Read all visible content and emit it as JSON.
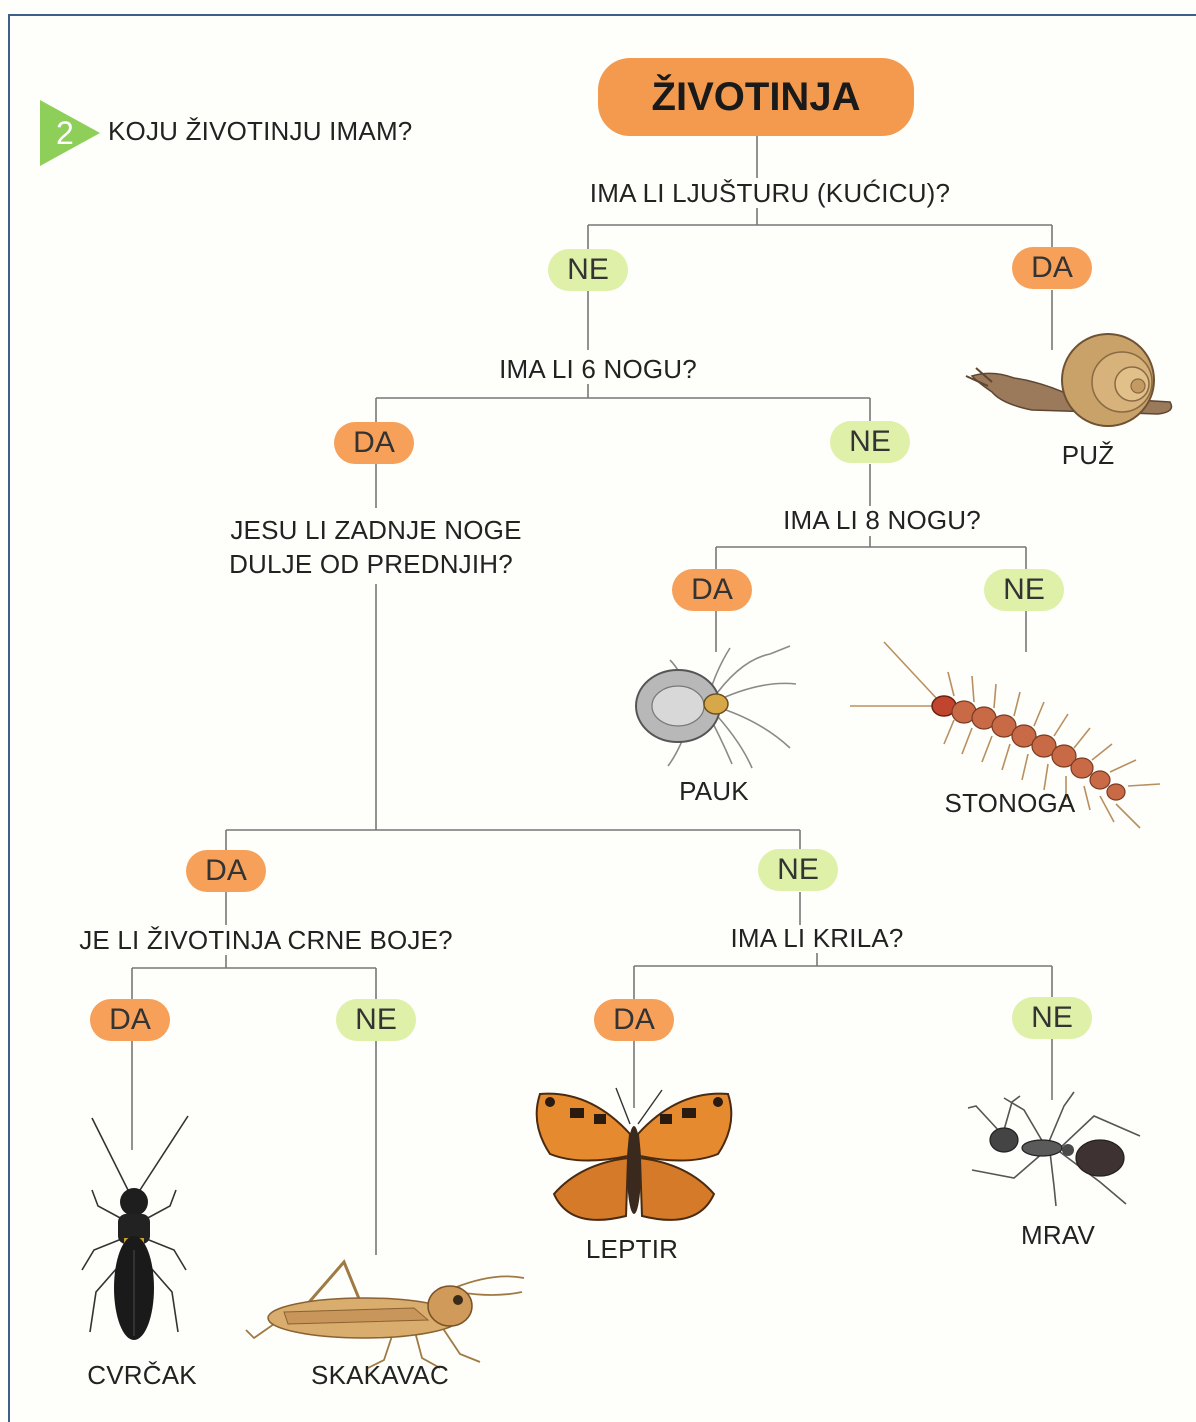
{
  "colors": {
    "yes_pill": "#f7a05a",
    "no_pill": "#dff0a9",
    "root": "#f39a4e",
    "badge": "#8ecf5a",
    "frame": "#3d5f8a"
  },
  "exercise": {
    "number": "2",
    "title": "KOJU ŽIVOTINJU IMAM?"
  },
  "root": "ŽIVOTINJA",
  "questions": {
    "shell": "IMA LI LJUŠTURU (KUĆICU)?",
    "six_legs": "IMA LI 6 NOGU?",
    "eight_legs": "IMA LI 8 NOGU?",
    "hind_legs_1": "JESU LI ZADNJE NOGE",
    "hind_legs_2": "DULJE OD PREDNJIH?",
    "black": "JE LI ŽIVOTINJA CRNE BOJE?",
    "wings": "IMA LI KRILA?"
  },
  "answers": {
    "yes": "DA",
    "no": "NE"
  },
  "animals": {
    "snail": "PUŽ",
    "spider": "PAUK",
    "centipede": "STONOGA",
    "cricket": "CVRČAK",
    "grasshopper": "SKAKAVAC",
    "butterfly": "LEPTIR",
    "ant": "MRAV"
  },
  "icons": {
    "snail": "snail-icon",
    "spider": "spider-icon",
    "centipede": "centipede-icon",
    "cricket": "cricket-icon",
    "grasshopper": "grasshopper-icon",
    "butterfly": "butterfly-icon",
    "ant": "ant-icon"
  }
}
